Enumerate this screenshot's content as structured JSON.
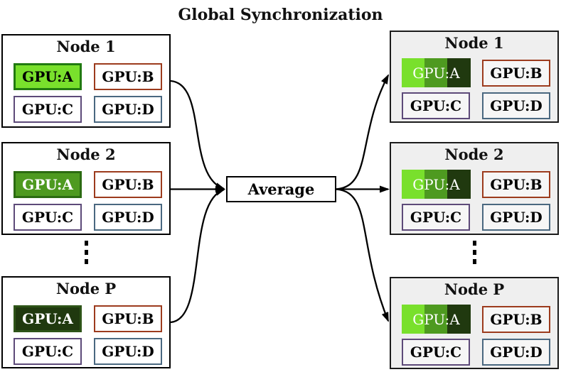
{
  "title": "Global Synchronization",
  "average": {
    "label": "Average"
  },
  "ellipsis": "⋮",
  "colors": {
    "bright_green": "#79e02c",
    "medium_green": "#4e9a20",
    "dark_green": "#20390f",
    "gpu_a_border_bright": "#217a10",
    "gpu_a_border_medium": "#2b6b11",
    "gpu_a_border_dark": "#2e5418",
    "gpu_b_border": "#9c3b1d",
    "gpu_c_border": "#5d4a79",
    "gpu_d_border": "#4a6880",
    "left_node_bg": "#ffffff",
    "right_node_bg": "#efefef",
    "arrow": "#000000"
  },
  "left_nodes": [
    {
      "title": "Node 1",
      "gpus": [
        {
          "label": "GPU:A",
          "fill": "#79e02c",
          "border": "#217a10",
          "text_color": "#000000"
        },
        {
          "label": "GPU:B",
          "fill": "#ffffff",
          "border": "#9c3b1d",
          "text_color": "#000000"
        },
        {
          "label": "GPU:C",
          "fill": "#ffffff",
          "border": "#5d4a79",
          "text_color": "#000000"
        },
        {
          "label": "GPU:D",
          "fill": "#ffffff",
          "border": "#4a6880",
          "text_color": "#000000"
        }
      ]
    },
    {
      "title": "Node 2",
      "gpus": [
        {
          "label": "GPU:A",
          "fill": "#4e9a20",
          "border": "#2b6b11",
          "text_color": "#ffffff"
        },
        {
          "label": "GPU:B",
          "fill": "#ffffff",
          "border": "#9c3b1d",
          "text_color": "#000000"
        },
        {
          "label": "GPU:C",
          "fill": "#ffffff",
          "border": "#5d4a79",
          "text_color": "#000000"
        },
        {
          "label": "GPU:D",
          "fill": "#ffffff",
          "border": "#4a6880",
          "text_color": "#000000"
        }
      ]
    },
    {
      "title": "Node P",
      "gpus": [
        {
          "label": "GPU:A",
          "fill": "#20390f",
          "border": "#2e5418",
          "text_color": "#ffffff"
        },
        {
          "label": "GPU:B",
          "fill": "#ffffff",
          "border": "#9c3b1d",
          "text_color": "#000000"
        },
        {
          "label": "GPU:C",
          "fill": "#ffffff",
          "border": "#5d4a79",
          "text_color": "#000000"
        },
        {
          "label": "GPU:D",
          "fill": "#ffffff",
          "border": "#4a6880",
          "text_color": "#000000"
        }
      ]
    }
  ],
  "right_nodes": [
    {
      "title": "Node 1",
      "gpu_a": {
        "label": "GPU:A",
        "stripes": [
          "#79e02c",
          "#4e9a20",
          "#20390f"
        ],
        "text_color": "#ffffff"
      },
      "gpus": [
        {
          "label": "GPU:B",
          "border": "#9c3b1d",
          "text_color": "#000000"
        },
        {
          "label": "GPU:C",
          "border": "#5d4a79",
          "text_color": "#000000"
        },
        {
          "label": "GPU:D",
          "border": "#4a6880",
          "text_color": "#000000"
        }
      ]
    },
    {
      "title": "Node 2",
      "gpu_a": {
        "label": "GPU:A",
        "stripes": [
          "#79e02c",
          "#4e9a20",
          "#20390f"
        ],
        "text_color": "#ffffff"
      },
      "gpus": [
        {
          "label": "GPU:B",
          "border": "#9c3b1d",
          "text_color": "#000000"
        },
        {
          "label": "GPU:C",
          "border": "#5d4a79",
          "text_color": "#000000"
        },
        {
          "label": "GPU:D",
          "border": "#4a6880",
          "text_color": "#000000"
        }
      ]
    },
    {
      "title": "Node P",
      "gpu_a": {
        "label": "GPU:A",
        "stripes": [
          "#79e02c",
          "#4e9a20",
          "#20390f"
        ],
        "text_color": "#ffffff"
      },
      "gpus": [
        {
          "label": "GPU:B",
          "border": "#9c3b1d",
          "text_color": "#000000"
        },
        {
          "label": "GPU:C",
          "border": "#5d4a79",
          "text_color": "#000000"
        },
        {
          "label": "GPU:D",
          "border": "#4a6880",
          "text_color": "#000000"
        }
      ]
    }
  ]
}
